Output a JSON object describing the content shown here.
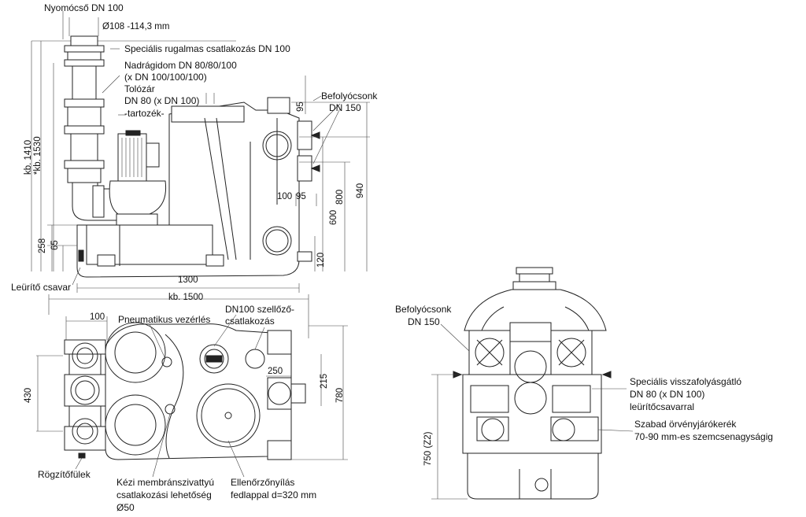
{
  "side_view": {
    "pressure_pipe": "Nyomócső DN 100",
    "pipe_diameter": "Ø108 -114,3 mm",
    "special_coupling": "Speciális rugalmas csatlakozás DN 100",
    "pants_pipe_1": "Nadrágidom DN 80/80/100",
    "pants_pipe_2": "(x DN 100/100/100)",
    "gate_valve_1": "Tolózár",
    "gate_valve_2": "DN 80 (x DN 100)",
    "gate_valve_3": "-tartozék-",
    "inlet_1": "Befolyócsonk",
    "inlet_2": "DN 150",
    "drain_screw": "Leürítő csavar",
    "dims": {
      "h1410": "kb. 1410",
      "h1530": "*kb. 1530",
      "d95": "95",
      "d100": "100",
      "d95b": "95",
      "d600": "600",
      "d800": "800",
      "d940": "940",
      "d120": "120",
      "d258": "258",
      "d65": "65",
      "w1300": "1300"
    }
  },
  "top_view": {
    "width_total": "kb. 1500",
    "d100": "100",
    "pneumatic": "Pneumatikus vezérlés",
    "vent_1": "DN100 szellőző-",
    "vent_2": "csatlakozás",
    "d250": "250",
    "d215": "215",
    "d780": "780",
    "d430": "430",
    "fixing_lugs": "Rögzítőfülek",
    "manual_pump_1": "Kézi membránszivattyú",
    "manual_pump_2": "csatlakozási lehetőség",
    "manual_pump_3": "Ø50",
    "inspection_1": "Ellenőrzőnyílás",
    "inspection_2": "fedlappal d=320 mm"
  },
  "front_view": {
    "inlet_1": "Befolyócsonk",
    "inlet_2": "DN 150",
    "check_valve_1": "Speciális visszafolyásgátló",
    "check_valve_2": "DN 80 (x DN 100)",
    "check_valve_3": "leürítőcsavarral",
    "impeller_1": "Szabad örvényjárókerék",
    "impeller_2": "70-90 mm-es szemcsenagyságig",
    "d750": "750 (Z2)"
  }
}
